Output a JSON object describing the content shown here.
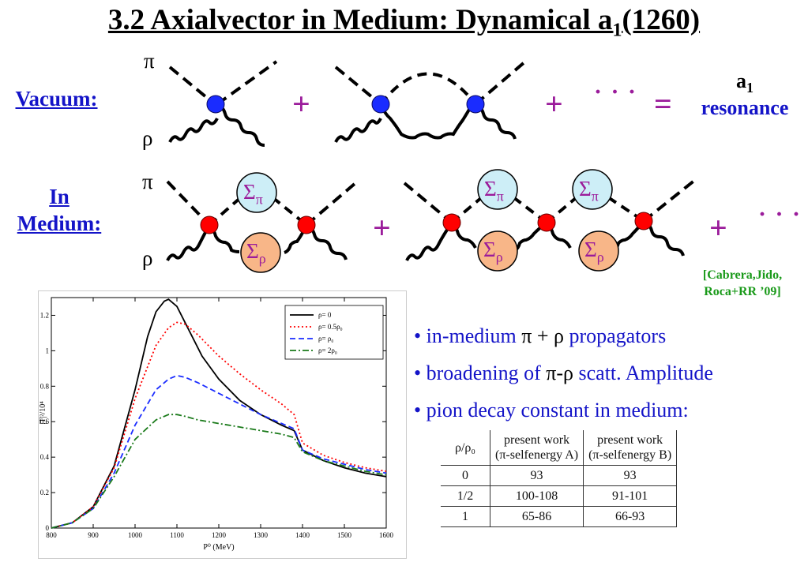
{
  "title": {
    "main": "3.2 Axialvector in Medium: Dynamical a",
    "subscript": "1",
    "suffix": "(1260)"
  },
  "vacuum_label": "Vacuum:",
  "medium_label": {
    "line1": "In",
    "line2": "Medium:"
  },
  "symbols": {
    "pi": "π",
    "rho": "ρ",
    "plus": "+",
    "equals": "=",
    "dots": "· · ·"
  },
  "self_energy": {
    "sigma": "Σ",
    "pi_sub": "π",
    "rho_sub": "ρ"
  },
  "result": {
    "name": "a",
    "name_sub": "1",
    "word": "resonance"
  },
  "citation": {
    "line1": "[Cabrera,Jido,",
    "line2": "Roca+RR ’09]"
  },
  "bullets": [
    {
      "pre": "in-medium ",
      "sym": "π + ρ",
      "post": " propagators"
    },
    {
      "pre": "broadening of ",
      "sym": "π-ρ",
      "post": " scatt. Amplitude"
    },
    {
      "pre": "pion decay constant in medium:",
      "sym": "",
      "post": ""
    }
  ],
  "table": {
    "header_col0": "ρ/ρ₀",
    "header_col1": [
      "present work",
      "(π-selfenergy A)"
    ],
    "header_col2": [
      "present work",
      "(π-selfenergy B)"
    ],
    "rows": [
      [
        "0",
        "93",
        "93"
      ],
      [
        "1/2",
        "100-108",
        "91-101"
      ],
      [
        "1",
        "65-86",
        "66-93"
      ]
    ]
  },
  "colors": {
    "title": "#000000",
    "labels": "#1414c8",
    "plus": "#9b1c9b",
    "vacuum_vertex": "#1a2cff",
    "medium_vertex": "#ff0000",
    "sigma_pi_fill": "#cdeef7",
    "sigma_rho_fill": "#f8b688",
    "citation": "#1a9a1a"
  },
  "chart_data": {
    "type": "line",
    "xlabel": "P⁰ (MeV)",
    "ylabel": "|T|²/10⁴",
    "xlim": [
      800,
      1600
    ],
    "ylim": [
      0,
      1.3
    ],
    "xticks": [
      800,
      900,
      1000,
      1100,
      1200,
      1300,
      1400,
      1500,
      1600
    ],
    "yticks": [
      0,
      0.2,
      0.4,
      0.6,
      0.8,
      1,
      1.2
    ],
    "ytick_labels": [
      "0",
      "0.2",
      "0.4",
      "0.6",
      "0.8",
      "1",
      "1.2"
    ],
    "legend_position": "top-right",
    "grid": false,
    "series": [
      {
        "name": "ρ= 0",
        "color": "#000000",
        "dash": "solid",
        "x": [
          800,
          850,
          900,
          950,
          1000,
          1030,
          1050,
          1070,
          1080,
          1100,
          1130,
          1160,
          1200,
          1250,
          1300,
          1350,
          1380,
          1400,
          1450,
          1500,
          1550,
          1600
        ],
        "y": [
          0,
          0.03,
          0.12,
          0.35,
          0.78,
          1.08,
          1.22,
          1.28,
          1.29,
          1.25,
          1.11,
          0.97,
          0.84,
          0.72,
          0.64,
          0.58,
          0.55,
          0.44,
          0.38,
          0.34,
          0.31,
          0.29
        ]
      },
      {
        "name": "ρ= 0.5ρ₀",
        "color": "#ff0000",
        "dash": "dot",
        "x": [
          800,
          850,
          900,
          950,
          1000,
          1050,
          1080,
          1100,
          1120,
          1150,
          1200,
          1250,
          1300,
          1350,
          1380,
          1400,
          1450,
          1500,
          1550,
          1600
        ],
        "y": [
          0,
          0.03,
          0.12,
          0.34,
          0.73,
          1.03,
          1.13,
          1.16,
          1.15,
          1.09,
          0.97,
          0.87,
          0.78,
          0.7,
          0.64,
          0.48,
          0.41,
          0.37,
          0.34,
          0.32
        ]
      },
      {
        "name": "ρ= ρ₀",
        "color": "#1a2cff",
        "dash": "dash",
        "x": [
          800,
          850,
          900,
          950,
          1000,
          1050,
          1080,
          1100,
          1120,
          1150,
          1200,
          1250,
          1300,
          1350,
          1380,
          1400,
          1450,
          1500,
          1550,
          1600
        ],
        "y": [
          0,
          0.03,
          0.11,
          0.31,
          0.58,
          0.78,
          0.84,
          0.86,
          0.85,
          0.82,
          0.76,
          0.7,
          0.64,
          0.59,
          0.56,
          0.44,
          0.39,
          0.36,
          0.33,
          0.31
        ]
      },
      {
        "name": "ρ= 2ρ₀",
        "color": "#1a7a1a",
        "dash": "dashdot",
        "x": [
          800,
          850,
          900,
          950,
          1000,
          1050,
          1080,
          1100,
          1120,
          1150,
          1200,
          1250,
          1300,
          1350,
          1380,
          1400,
          1450,
          1500,
          1550,
          1600
        ],
        "y": [
          0,
          0.03,
          0.11,
          0.29,
          0.5,
          0.61,
          0.64,
          0.64,
          0.63,
          0.61,
          0.59,
          0.57,
          0.55,
          0.53,
          0.51,
          0.43,
          0.38,
          0.35,
          0.32,
          0.3
        ]
      }
    ]
  }
}
